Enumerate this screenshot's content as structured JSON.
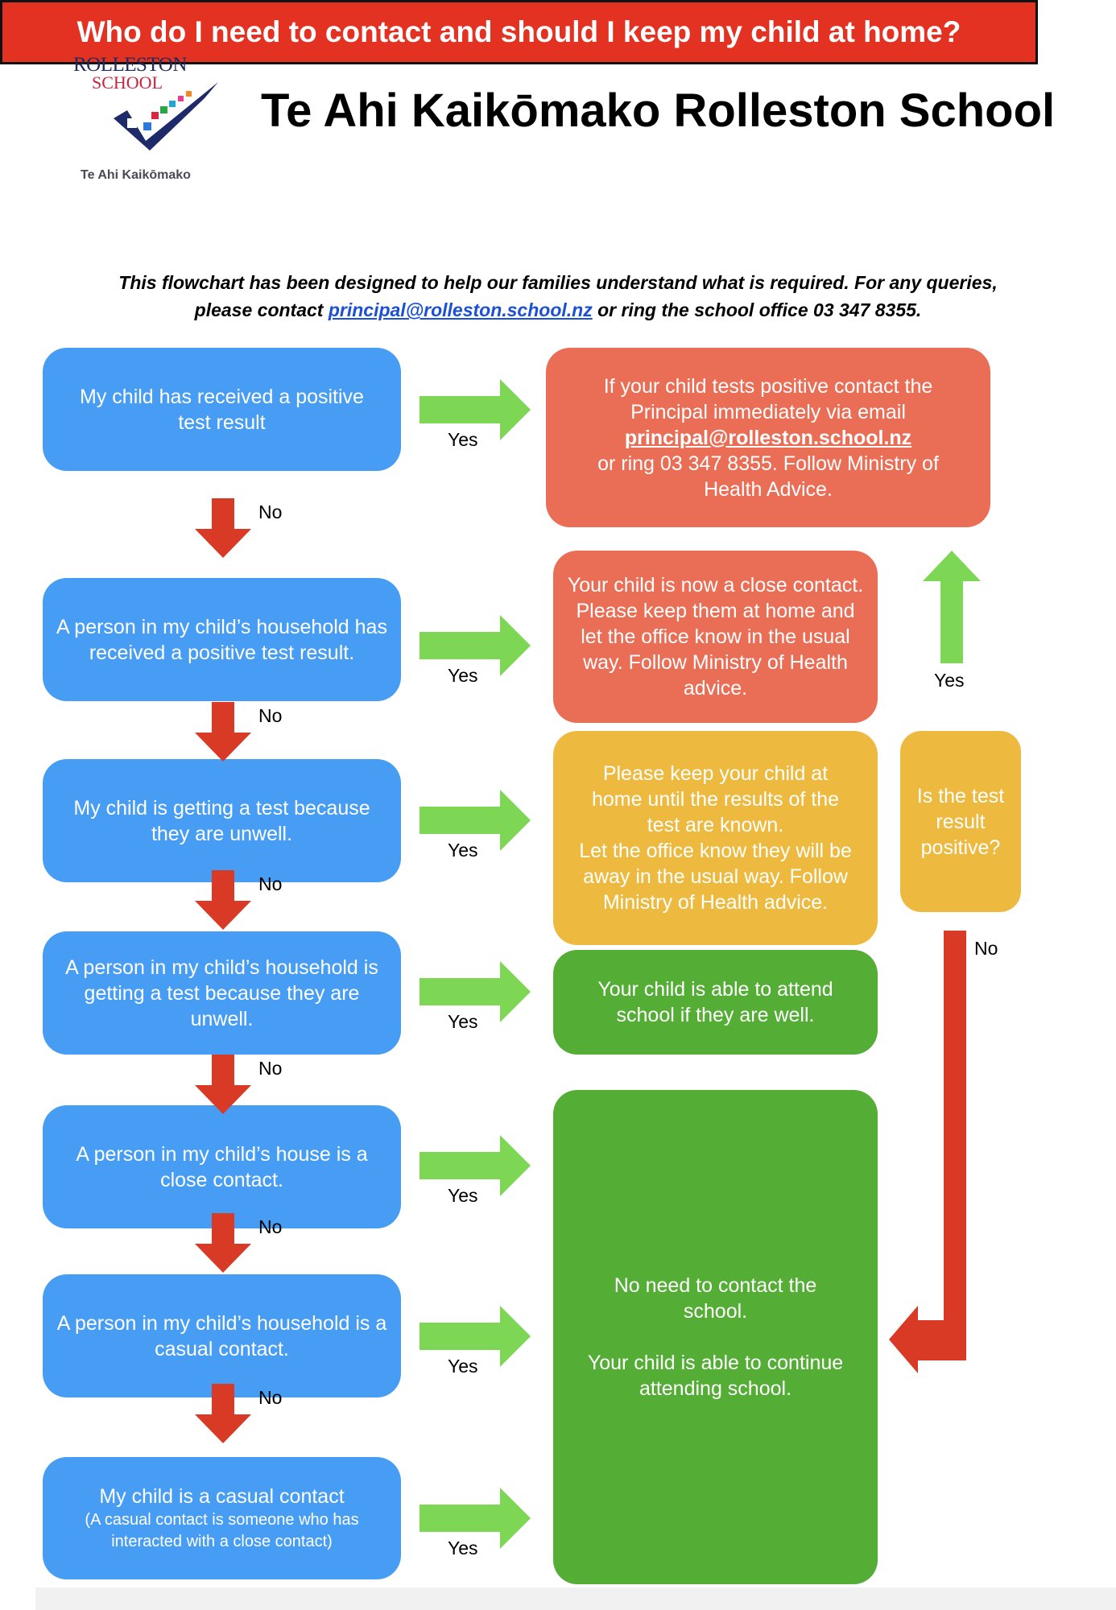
{
  "logo": {
    "line1": "ROLLESTON",
    "line2": "SCHOOL",
    "tagline": "Te Ahi Kaikōmako"
  },
  "header": {
    "title": "Te Ahi Kaikōmako Rolleston School"
  },
  "banner": {
    "text": "Who do I need to contact and should I keep my child at home?"
  },
  "intro": {
    "line1": "This flowchart has been designed to help our families understand what is required.  For any queries,",
    "line2_prefix": "please contact ",
    "email": "principal@rolleston.school.nz",
    "line2_suffix": " or ring the school office 03 347 8355."
  },
  "questions": [
    {
      "text": "My child has received a positive test result"
    },
    {
      "text": "A person in my child’s household has received a positive test result."
    },
    {
      "text": "My child is getting a test because they are unwell."
    },
    {
      "text": "A person in my child’s household is getting a test because they are unwell."
    },
    {
      "text": "A person in my child’s house is a close contact."
    },
    {
      "text": "A person in my child’s household is a casual contact."
    },
    {
      "text": "My child is a casual contact",
      "note": "(A casual contact is someone who has interacted with a close contact)"
    }
  ],
  "labels": {
    "yes": "Yes",
    "no": "No"
  },
  "outcomes": {
    "positive": {
      "line1": "If your child tests positive contact the Principal immediately via email",
      "email": "principal@rolleston.school.nz",
      "line2": "or ring 03 347 8355. Follow Ministry of Health Advice."
    },
    "close_contact": {
      "text": "Your child is now a close contact. Please keep them at home and let the office know in the usual way. Follow Ministry of Health advice."
    },
    "await_results": {
      "line1": "Please keep your child at home  until the results of the test are known.",
      "line2": "Let the office know they will be away in the usual way. Follow Ministry of Health advice."
    },
    "attend_if_well": {
      "text": "Your child is able to attend school if they are well."
    },
    "no_contact": {
      "line1": "No need to contact the school.",
      "line2": "Your child is able to continue attending school."
    },
    "test_question": {
      "text": "Is the test result positive?"
    }
  },
  "colors": {
    "blue": "#479df4",
    "salmon": "#ea6e56",
    "yellow": "#edba3f",
    "green": "#54ad34",
    "arrow_green": "#7ed655",
    "arrow_red": "#d83a25",
    "banner": "#e33122",
    "link": "#1a4fd6"
  }
}
